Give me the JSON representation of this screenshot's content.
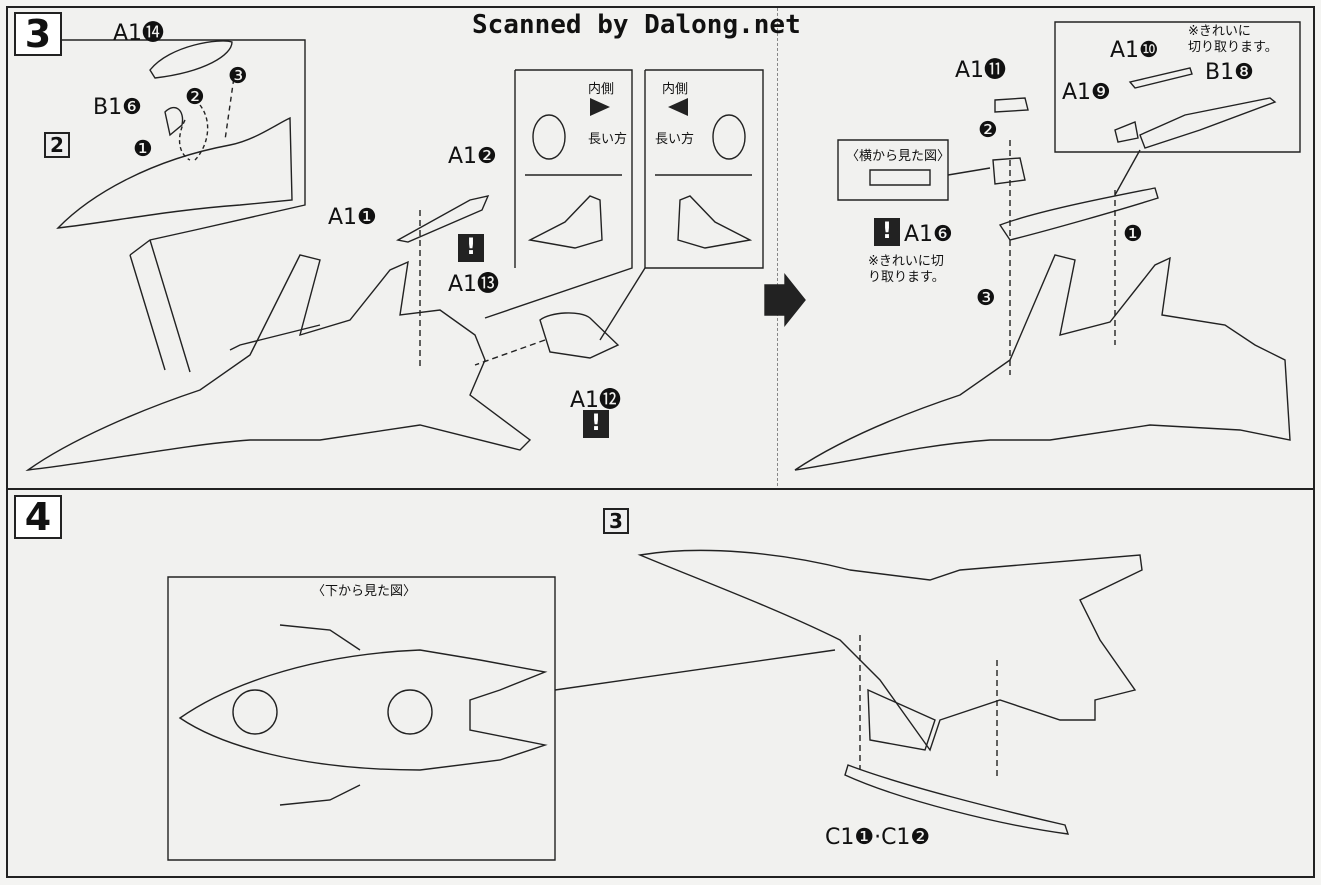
{
  "watermark": "Scanned by Dalong.net",
  "step3": {
    "number": "3",
    "ref_step": "2",
    "parts": {
      "a1_14": "A1⓮",
      "b1_6": "B1❻",
      "a1_2": "A1❷",
      "a1_1": "A1❶",
      "a1_13": "A1⓭",
      "a1_12": "A1⓬",
      "a1_11": "A1⓫",
      "a1_16": "A1❻",
      "a1_10": "A1❿",
      "a1_9": "A1❾",
      "b1_8": "B1❽"
    },
    "order_marks": [
      "❶",
      "❷",
      "❸"
    ],
    "inner_left": {
      "title": "内側",
      "note": "長い方"
    },
    "inner_right": {
      "title": "内側",
      "note": "長い方"
    },
    "side_view": "〈横から見た図〉",
    "note_cut_a": "※きれいに切り取ります。",
    "note_cut_b": "※きれいに\n切り取ります。"
  },
  "step4": {
    "number": "4",
    "ref_step": "3",
    "bottom_view": "〈下から見た図〉",
    "parts_label": "C1❶·C1❷"
  },
  "colors": {
    "line": "#222222",
    "paper": "#f1f1ef"
  }
}
